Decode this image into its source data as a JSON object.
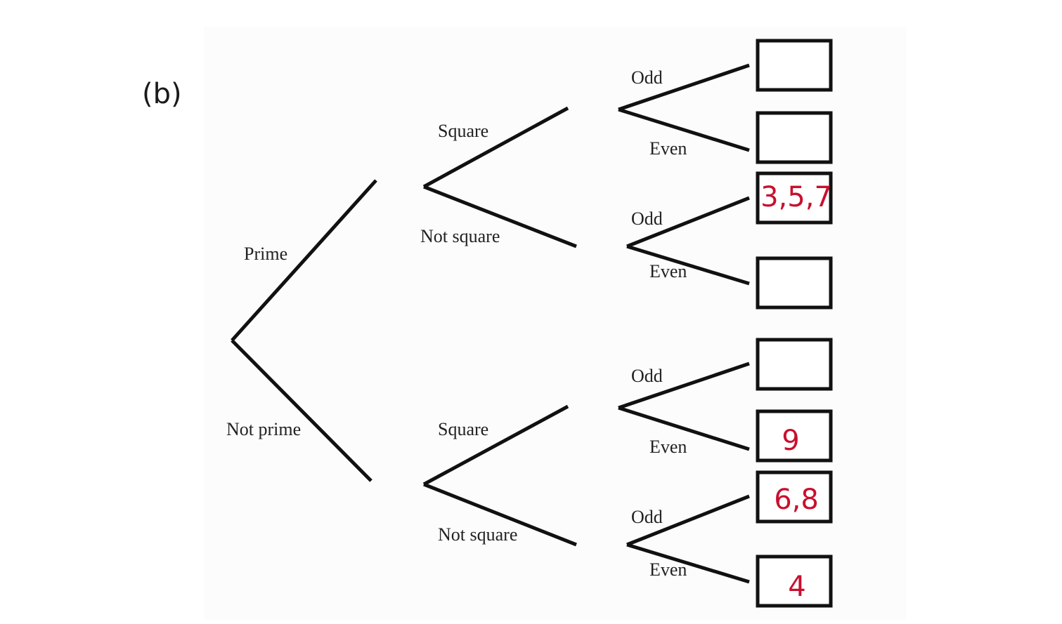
{
  "part_label": "(b)",
  "colors": {
    "ink": "#111111",
    "answer": "#c8102e",
    "background": "#ffffff"
  },
  "tree": {
    "level1": [
      "Prime",
      "Not prime"
    ],
    "level2": [
      "Square",
      "Not square",
      "Square",
      "Not square"
    ],
    "level3": [
      "Odd",
      "Even",
      "Odd",
      "Even",
      "Odd",
      "Even",
      "Odd",
      "Even"
    ]
  },
  "answers": [
    "",
    "",
    "3,5,7",
    "",
    "",
    "9",
    "6,8",
    "4"
  ]
}
